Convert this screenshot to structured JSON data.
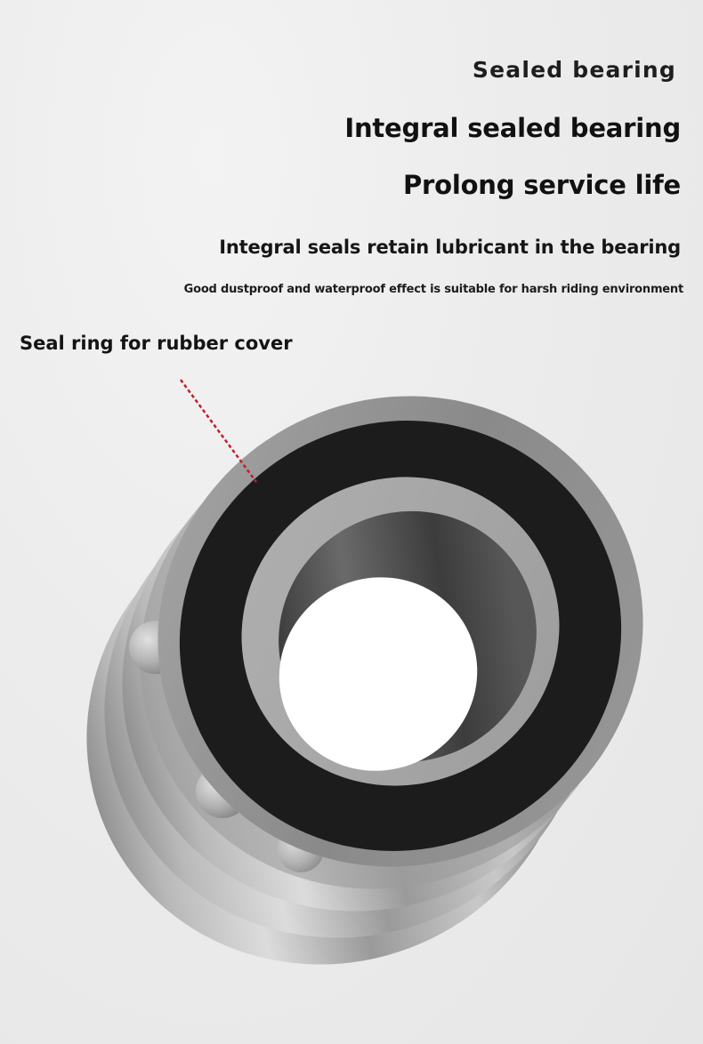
{
  "headline": {
    "label": "Sealed bearing",
    "title": "Integral sealed bearing",
    "subtitle": "Prolong service life",
    "description": "Integral seals retain lubricant in the bearing",
    "detail": "Good dustproof and waterproof effect is suitable for harsh riding environment"
  },
  "callout": {
    "label": "Seal ring for rubber cover",
    "line_color": "#c0202a"
  },
  "colors": {
    "background": "#eeeeee",
    "seal": "#1c1c1c",
    "outer_ring": "#8f8f8f",
    "inner_ring": "#a3a3a3",
    "text": "#151515"
  }
}
